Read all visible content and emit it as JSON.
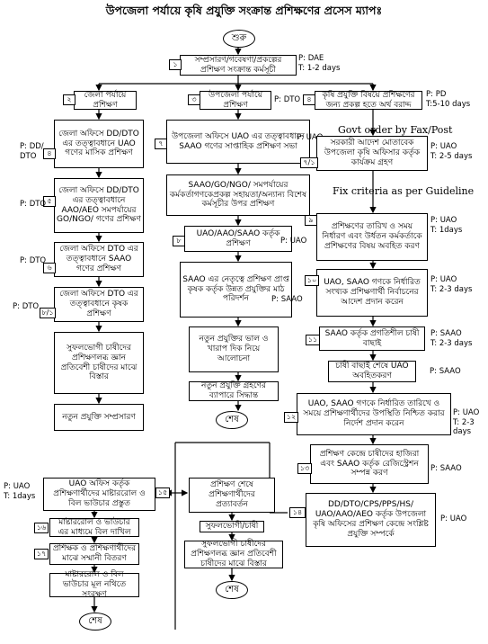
{
  "title": "উপজেলা পর্যায়ে কৃষি প্রযুক্তি সংক্রান্ত প্রশিক্ষণের প্রসেস ম্যাপঃ",
  "start_label": "শুরু",
  "end_label": "শেষ",
  "steps": {
    "s1": {
      "text": "সম্প্রসারণ/গবেষণা/প্রকল্পের প্রশিক্ষণ সংক্রান্ত কর্মসূচী",
      "num": "১",
      "note": "P: DAE\nT: 1-2 days"
    },
    "s2": {
      "text": "জেলা পর্যায়ে প্রশিক্ষণ",
      "num": "২"
    },
    "s3": {
      "text": "উপজেলা পর্যায়ে প্রশিক্ষণ",
      "num": "৩",
      "note": "P: DTO"
    },
    "s4": {
      "text": "কৃষি প্রযুক্তি বিষয়ে প্রশিক্ষণের জন্য প্রকল্প হতে অর্থ বরাদ্দ",
      "num": "৪",
      "note": "P: PD\nT:5-10 days"
    },
    "s8a": {
      "text": "জেলা অফিসে DD/DTO এর তত্ত্বাবধানে UAO গণের মাসিক প্রশিক্ষণ",
      "num": "৪",
      "note": "P: DD/\nDTO"
    },
    "s5a": {
      "text": "জেলা অফিসে DD/DTO এর তত্ত্বাবধানে AAO/AEO সমপর্যায়ের GO/NGO/ গণের প্রশিক্ষণ",
      "num": "৫",
      "note": "P: DTO"
    },
    "s6a": {
      "text": "জেলা অফিসে DTO এর তত্ত্বাবধানে SAAO গণের প্রশিক্ষণ",
      "num": "৬",
      "note": "P: DTO"
    },
    "s81a": {
      "text": "জেলা অফিসে DTO এর তত্ত্বাবধানে কৃষক প্রশিক্ষণ",
      "num": "৮/১",
      "note": "P: DTO"
    },
    "sEx": {
      "text": "সুফলভোগী চাষীদের প্রশিক্ষণলব্ধ জ্ঞান প্রতিবেশী চাষীদের মাঝে বিস্তার"
    },
    "sNew": {
      "text": "নতুন প্রযুক্তি সম্প্রসারণ"
    },
    "s7": {
      "text": "উপজেলা অফিসে UAO এর তত্ত্বাবধানে SAAO গণের সাপ্তাহিক প্রশিক্ষণ সভা",
      "num": "৭",
      "note": "P: UAO"
    },
    "sSaao": {
      "text": "SAAO/GO/NGO/ সমপর্যায়ের কর্মকর্তাগণকেপ্রকল্প সহায়তা/অন্যান্য বিশেষ কর্মসূচীর উপর প্রশিক্ষণ"
    },
    "s8": {
      "text": "UAO/AAO/SAAO কর্তৃক প্রশিক্ষণ",
      "num": "৮",
      "note": "P: UAO"
    },
    "sLead": {
      "text": "SAAO এর নেতৃত্বে প্রশিক্ষণ প্রাপ্ত কৃষক কর্তৃক উন্নত প্রযুক্তির মাঠ পরিদর্শন",
      "note": "P: SAAO"
    },
    "sGood": {
      "text": "নতুন প্রযুক্তির ভাল ও খারাপ দিক নিয়ে আলোচনা"
    },
    "sDec": {
      "text": "নতুন প্রযুক্তি গ্রহণের ব্যাপারে সিদ্ধান্ত"
    },
    "s71": {
      "text": "সরকারী আদেশ মোতাবেক উপজেলা কৃষি অফিসার কর্তৃক কার্যক্রম গ্রহণ",
      "num": "৭/১",
      "note": "P: UAO\nT: 2-5 days"
    },
    "s9": {
      "text": "প্রশিক্ষণের তারিখ ও সময় নির্ধারণ এবং উর্ধতন কর্মকর্তাকে প্রশিক্ষণের বিষয় অবহিত করণ",
      "num": "৯",
      "note": "P: UAO\nT: 1days"
    },
    "s10": {
      "text": "UAO, SAAO গণকে নির্ধারিত সংখ্যক প্রশিক্ষণার্থী নির্বাচনের আদেশ প্রদান করেন",
      "num": "১০",
      "note": "P: UAO\nT: 2-3 days"
    },
    "s11": {
      "text": "SAAO কর্তৃক প্রগতিশীল চাষী বাছাই",
      "num": "১১",
      "note": "P: SAAO\nT: 2-3 days"
    },
    "sSel": {
      "text": "চাষী বাছাই শেষে UAO অবহিতকরণ",
      "note": "P: SAAO"
    },
    "s12": {
      "text": "UAO, SAAO গণকে নির্ধারিত তারিখে ও সময়ে প্রশিক্ষণার্থীদের উপস্থিতি নিশ্চিত করার নির্দেশ প্রদান করেন",
      "num": "১২",
      "note": "P: UAO\nT: 2-3 days"
    },
    "s13": {
      "text": "প্রশিক্ষণ কেন্দ্রে চাষীদের হাজিরা এবং SAAO কর্তৃক রেজিস্ট্রেশন সম্পন্ন করণ",
      "num": "১৩",
      "note": "P: SAAO"
    },
    "s14": {
      "text": "DD/DTO/CPS/PPS/HS/ UAO/AAO/AEO কর্তৃক উপজেলা কৃষি অফিসের প্রশিক্ষণ কেন্দ্রে সংশ্লিষ্ট প্রযুক্তি সম্পর্কে",
      "num": "১৪",
      "note": "P: UAO"
    },
    "s15": {
      "text": "UAO অফিস কর্তৃক প্রশিক্ষণার্থীদের মাষ্টাররোল ও বিল ভাউচার প্রস্তুত",
      "num": "১৫",
      "note": "P: UAO\nT: 1days"
    },
    "s16": {
      "text": "মাষ্টাররোল ও ভাউচার এর মাধ্যমে বিল দাখিল",
      "num": "১৬"
    },
    "s17": {
      "text": "প্রশিক্ষক ও প্রশিক্ষণার্থীদের মাঝে সম্মানী বিতরণ",
      "num": "১৭"
    },
    "sKeep": {
      "text": "মাষ্টাররোল ও বিল ভাউচার মূল নথিতে সংরক্ষণ"
    },
    "sRet": {
      "text": "প্রশিক্ষণ শেষে প্রশিক্ষণার্থীদের প্রত্যাবর্তন"
    },
    "sBen": {
      "text": "সুফলভোগী/চাষী"
    },
    "sSpread": {
      "text": "সুফলভোগী চাষীদের প্রশিক্ষণলব্ধ জ্ঞান প্রতিবেশী চাষীদের মাঝে বিস্তার"
    }
  },
  "annotations": {
    "govt": "Govt order by Fax/Post",
    "criteria": "Fix criteria as per Guideline"
  }
}
